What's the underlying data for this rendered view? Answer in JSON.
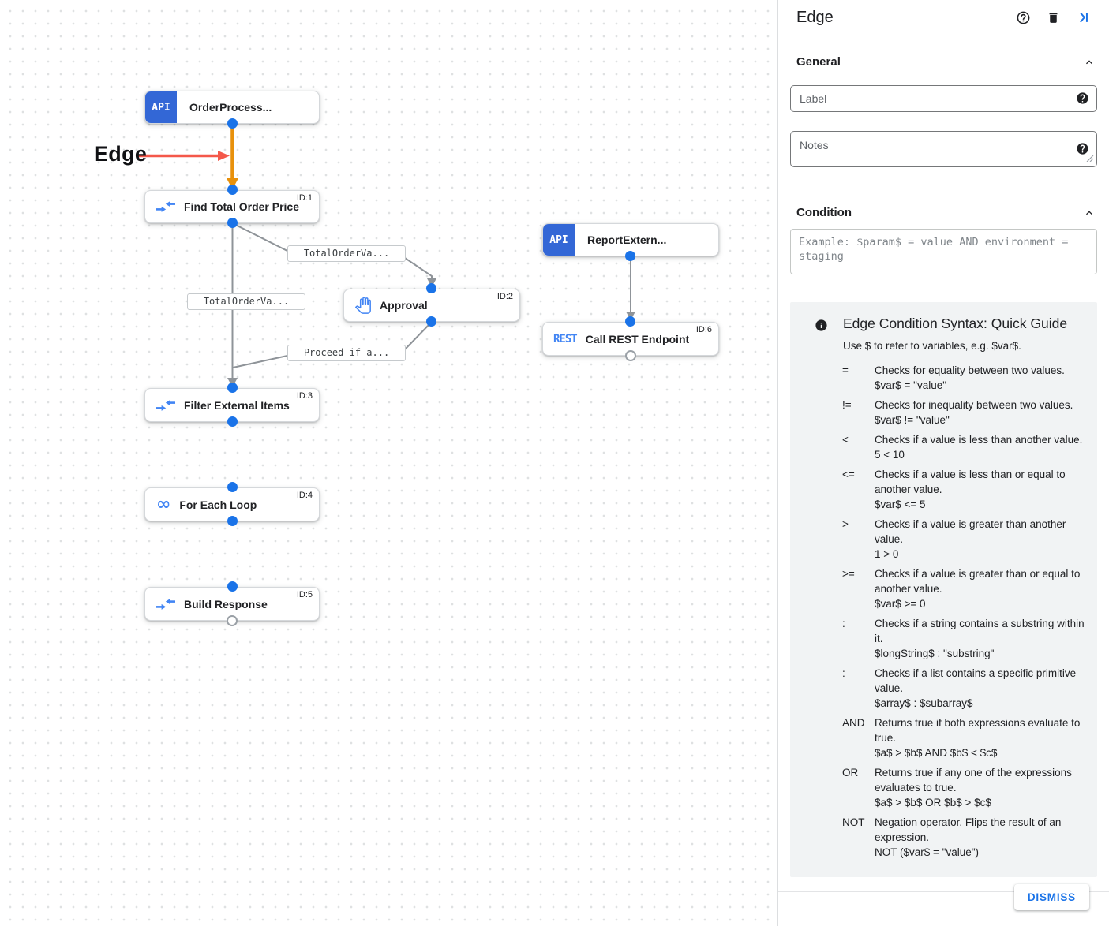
{
  "canvas": {
    "annotation": {
      "label": "Edge"
    },
    "badges": {
      "api": "API",
      "rest": "REST"
    },
    "nodes": [
      {
        "label": "OrderProcess...",
        "id_tag": ""
      },
      {
        "label": "Find Total Order Price",
        "id_tag": "ID:1"
      },
      {
        "label": "Approval",
        "id_tag": "ID:2"
      },
      {
        "label": "Filter External Items",
        "id_tag": "ID:3"
      },
      {
        "label": "For Each Loop",
        "id_tag": "ID:4"
      },
      {
        "label": "Build Response",
        "id_tag": "ID:5"
      },
      {
        "label": "ReportExtern...",
        "id_tag": ""
      },
      {
        "label": "Call REST Endpoint",
        "id_tag": "ID:6"
      }
    ],
    "edge_labels": [
      "TotalOrderVa...",
      "TotalOrderVa...",
      "Proceed if a..."
    ]
  },
  "panel": {
    "title": "Edge",
    "sections": {
      "general": "General",
      "condition": "Condition"
    },
    "fields": {
      "label_placeholder": "Label",
      "notes_placeholder": "Notes",
      "condition_placeholder": "Example: $param$ = value AND environment = staging"
    },
    "guide": {
      "title": "Edge Condition Syntax: Quick Guide",
      "subtitle": "Use $ to refer to variables, e.g. $var$.",
      "rows": [
        {
          "op": "=",
          "desc": "Checks for equality between two values.",
          "example": "$var$ = \"value\""
        },
        {
          "op": "!=",
          "desc": "Checks for inequality between two values.",
          "example": "$var$ != \"value\""
        },
        {
          "op": "<",
          "desc": "Checks if a value is less than another value.",
          "example": "5 < 10"
        },
        {
          "op": "<=",
          "desc": "Checks if a value is less than or equal to another value.",
          "example": "$var$ <= 5"
        },
        {
          "op": ">",
          "desc": "Checks if a value is greater than another value.",
          "example": "1 > 0"
        },
        {
          "op": ">=",
          "desc": "Checks if a value is greater than or equal to another value.",
          "example": "$var$ >= 0"
        },
        {
          "op": ":",
          "desc": "Checks if a string contains a substring within it.",
          "example": "$longString$ : \"substring\""
        },
        {
          "op": ":",
          "desc": "Checks if a list contains a specific primitive value.",
          "example": "$array$ : $subarray$"
        },
        {
          "op": "AND",
          "desc": "Returns true if both expressions evaluate to true.",
          "example": "$a$ > $b$ AND $b$ < $c$"
        },
        {
          "op": "OR",
          "desc": "Returns true if any one of the expressions evaluates to true.",
          "example": "$a$ > $b$ OR $b$ > $c$"
        },
        {
          "op": "NOT",
          "desc": "Negation operator. Flips the result of an expression.",
          "example": "NOT ($var$ = \"value\")"
        }
      ]
    },
    "dismiss_label": "DISMISS",
    "colors": {
      "accent": "#1a73e8",
      "edge_highlight": "#e8910c",
      "annotation_arrow": "#f4584a",
      "port": "#1a73e8"
    }
  }
}
